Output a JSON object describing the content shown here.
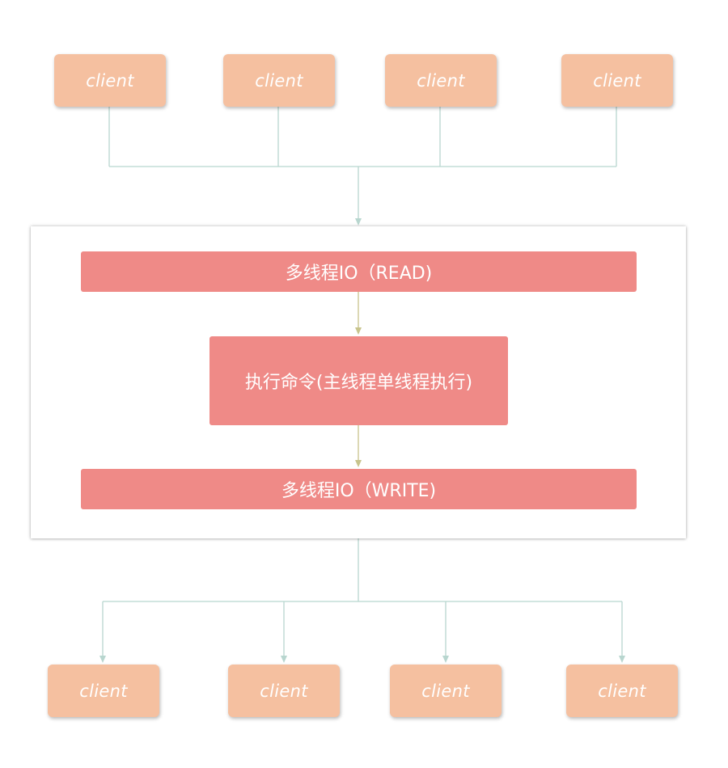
{
  "top_clients": [
    {
      "label": "client"
    },
    {
      "label": "client"
    },
    {
      "label": "client"
    },
    {
      "label": "client"
    }
  ],
  "bottom_clients": [
    {
      "label": "client"
    },
    {
      "label": "client"
    },
    {
      "label": "client"
    },
    {
      "label": "client"
    }
  ],
  "server": {
    "read_label": "多线程IO（READ)",
    "exec_label": "执行命令(主线程单线程执行)",
    "write_label": "多线程IO（WRITE)"
  },
  "colors": {
    "client_fill": "#f5c0a0",
    "step_fill": "#ef8a87",
    "connector": "#b8d6cf",
    "inner_arrow": "#c8c48c"
  }
}
